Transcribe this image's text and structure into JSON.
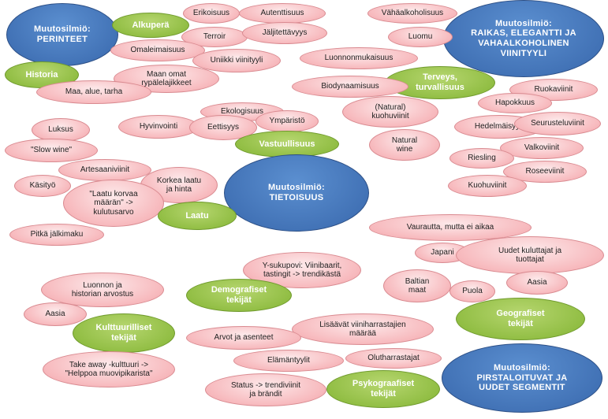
{
  "hubs": {
    "perinteet": "Muutosilmiö:\nPERINTEET",
    "raikas": "Muutosilmiö:\nRAIKAS, ELEGANTTI JA\nVAHAALKOHOLINEN\nVIINITYYLI",
    "tietoisuus": "Muutosilmiö:\nTIETOISUUS",
    "pirstaloituvat": "Muutosilmiö:\nPIRSTALOITUVAT JA\nUUDET SEGMENTIT"
  },
  "themes": {
    "alkupera": "Alkuperä",
    "historia": "Historia",
    "terveys": "Terveys,\nturvallisuus",
    "vastuullisuus": "Vastuullisuus",
    "laatu": "Laatu",
    "demografiset": "Demografiset\ntekijät",
    "kulttuurilliset": "Kulttuurilliset\ntekijät",
    "maantieteelliset": "Geografiset\ntekijät",
    "psykografiset": "Psykograafiset\ntekijät"
  },
  "items": {
    "erikoisuus": "Erikoisuus",
    "autenttisuus": "Autenttisuus",
    "terroir": "Terroir",
    "jaljitettavyys": "Jäljitettävyys",
    "omaleimaisuus": "Omaleimaisuus",
    "uniikki": "Uniikki viinityyli",
    "maan_omat": "Maan omat\nrypälelajikkeet",
    "maa_alue": "Maa, alue, tarha",
    "vahaalkoholisuus": "Vähäalkoholisuus",
    "luomu": "Luomu",
    "luonnonmukaisuus": "Luonnonmukaisuus",
    "biodynaamisuus": "Biodynaamisuus",
    "ruokaviinit": "Ruokaviinit",
    "hapokkuus": "Hapokkuus",
    "natural_kuohu": "(Natural)\nkuohuviinit",
    "natural_wine": "Natural\nwine",
    "hedelmaisyys": "Hedelmäisyys",
    "seurusteluviinit": "Seurusteluviinit",
    "valkoviinit": "Valkoviinit",
    "riesling": "Riesling",
    "roseeviinit": "Roseeviinit",
    "kuohuviinit": "Kuohuviinit",
    "ekologisuus": "Ekologisuus",
    "ymparisto": "Ympäristö",
    "hyvinvointi": "Hyvinvointi",
    "eettisyys": "Eettisyys",
    "luksus": "Luksus",
    "slow_wine": "\"Slow wine\"",
    "artesaaniviinit": "Artesaaniviinit",
    "kasityo": "Käsityö",
    "korkea_laatu": "Korkea laatu\nja hinta",
    "laatu_korvaa": "\"Laatu korvaa\nmäärän\" ->\nkulutusarvo",
    "pitka_jalkimaku": "Pitkä jälkimaku",
    "vaurautta": "Vaurautta, mutta ei aikaa",
    "japani": "Japani",
    "uudet_kuluttajat": "Uudet kuluttajat ja\ntuottajat",
    "baltian_maat": "Baltian\nmaat",
    "puola": "Puola",
    "aasia_right": "Aasia",
    "y_sukupovi": "Y-sukupovi: Viinibaarit,\ntastingit -> trendikästä",
    "luonnon_historian": "Luonnon ja\nhistorian arvostus",
    "aasia_left": "Aasia",
    "arvot_asenteet": "Arvot ja asenteet",
    "lisaavat": "Lisäävät viiniharrastajien\nmäärää",
    "elamantyylit": "Elämäntyylit",
    "olutharrastajat": "Olutharrastajat",
    "take_away": "Take away -kulttuuri ->\n\"Helppoa muovipikarista\"",
    "status": "Status -> trendiviinit\nja brändit"
  }
}
